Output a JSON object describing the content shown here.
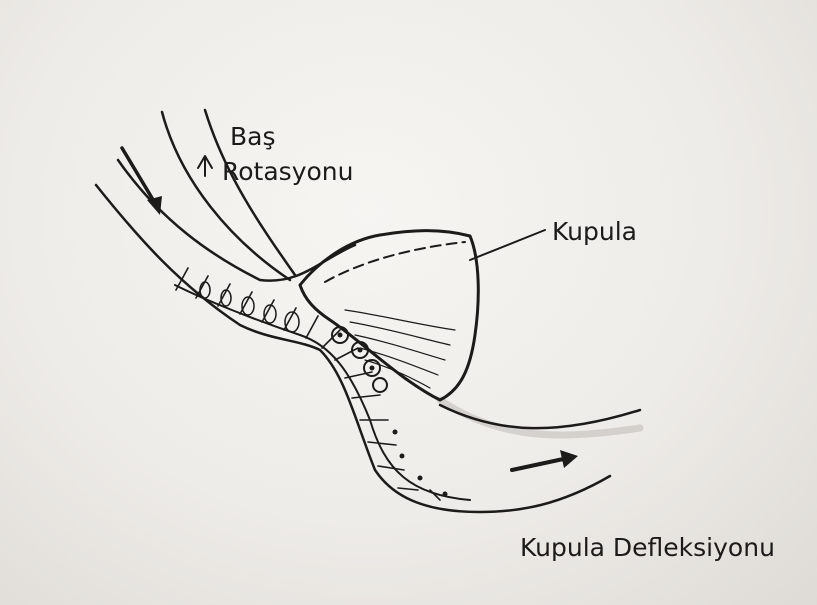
{
  "labels": {
    "head_rotation_line1": "Baş",
    "head_rotation_line2": "Rotasyonu",
    "cupula": "Kupula",
    "cupula_deflection": "Kupula Defleksiyonu"
  }
}
